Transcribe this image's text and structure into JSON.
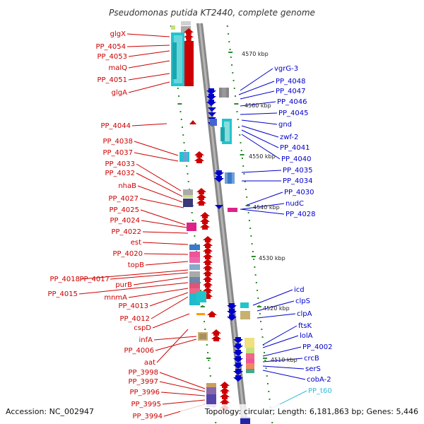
{
  "title": "Pseudomonas putida KT2440, complete genome",
  "accession": "Accession: NC_002947",
  "summary": "Topology: circular; Length: 6,181,863 bp; Genes: 5,446",
  "colors": {
    "left": "#cc0000",
    "right": "#0000cc",
    "rna": "#33bbdd",
    "backbone": "#888888",
    "tick": "#2a8a2a"
  },
  "ruler": [
    "4570 kbp",
    "4560 kbp",
    "4550 kbp",
    "4540 kbp",
    "4530 kbp",
    "4520 kbp",
    "4510 kbp"
  ],
  "left_labels": [
    "glgX",
    "PP_4054",
    "PP_4053",
    "malQ",
    "PP_4051",
    "glgA",
    "PP_4044",
    "PP_4038",
    "PP_4037",
    "PP_4033",
    "PP_4032",
    "nhaB",
    "PP_4027",
    "PP_4025",
    "PP_4024",
    "PP_4022",
    "est",
    "PP_4020",
    "topB",
    "PP_4018",
    "PP_4017",
    "purB",
    "PP_4015",
    "mnmA",
    "PP_4013",
    "PP_4012",
    "cspD",
    "infA",
    "PP_4006",
    "aat",
    "PP_3998",
    "PP_3997",
    "PP_3996",
    "PP_3995",
    "PP_3994"
  ],
  "right_labels": [
    "vgrG-3",
    "PP_4048",
    "PP_4047",
    "PP_4046",
    "PP_4045",
    "gnd",
    "zwf-2",
    "PP_4041",
    "PP_4040",
    "PP_4035",
    "PP_4034",
    "PP_4030",
    "nudC",
    "PP_4028",
    "icd",
    "clpS",
    "clpA",
    "ftsK",
    "lolA",
    "PP_4002",
    "crcB",
    "serS",
    "cobA-2",
    "PP_t60"
  ]
}
